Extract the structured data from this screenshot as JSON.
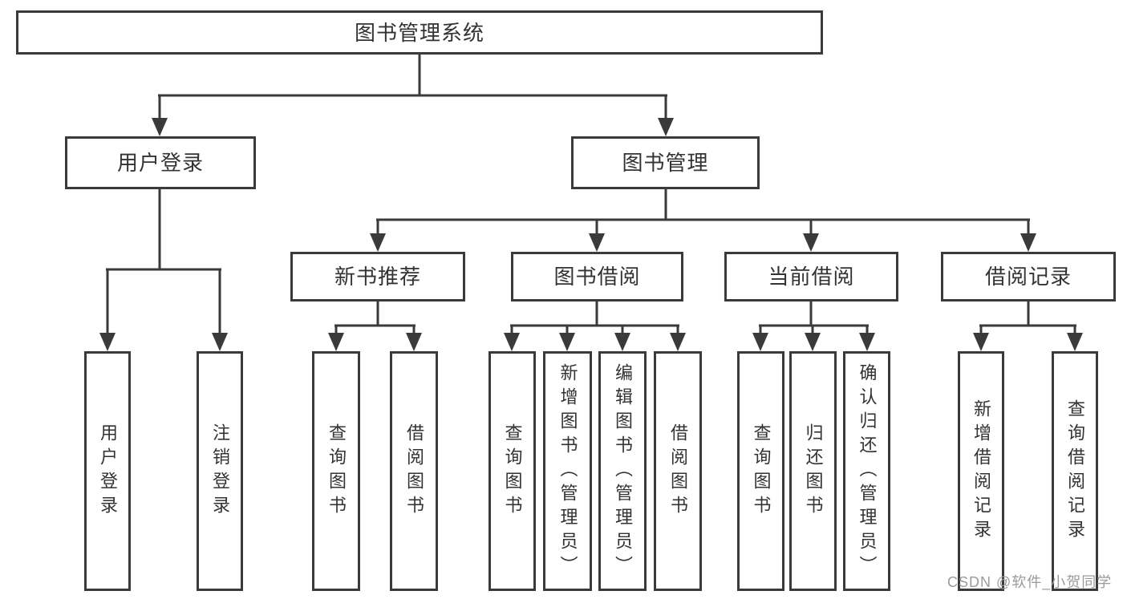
{
  "tree": {
    "root": {
      "label": "图书管理系统"
    },
    "branches": [
      {
        "label": "用户登录",
        "children": [
          {
            "label": "用户登录"
          },
          {
            "label": "注销登录"
          }
        ]
      },
      {
        "label": "图书管理",
        "children": [
          {
            "label": "新书推荐",
            "children": [
              {
                "label": "查询图书"
              },
              {
                "label": "借阅图书"
              }
            ]
          },
          {
            "label": "图书借阅",
            "children": [
              {
                "label": "查询图书"
              },
              {
                "label": "新增图书（管理员）"
              },
              {
                "label": "编辑图书（管理员）"
              },
              {
                "label": "借阅图书"
              }
            ]
          },
          {
            "label": "当前借阅",
            "children": [
              {
                "label": "查询图书"
              },
              {
                "label": "归还图书"
              },
              {
                "label": "确认归还（管理员）"
              }
            ]
          },
          {
            "label": "借阅记录",
            "children": [
              {
                "label": "新增借阅记录"
              },
              {
                "label": "查询借阅记录"
              }
            ]
          }
        ]
      }
    ]
  },
  "watermark": "CSDN @软件_小贺同学",
  "colors": {
    "line": "#3a3a3a",
    "text": "#333333",
    "watermark": "#9b9b9b",
    "node_background": "#ffffff",
    "page_background": "#ffffff"
  }
}
